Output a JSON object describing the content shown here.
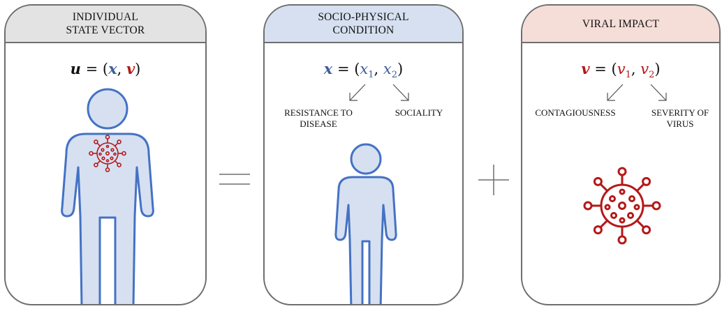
{
  "panels": {
    "individual": {
      "title": "INDIVIDUAL\nSTATE VECTOR",
      "header_color": "#e3e3e3",
      "formula": {
        "lhs": "u",
        "eq": " = (",
        "x": "x",
        "comma": ", ",
        "v": "v",
        "close": ")"
      }
    },
    "socio": {
      "title": "SOCIO-PHYSICAL\nCONDITION",
      "header_color": "#d6e0f1",
      "formula": {
        "lhs": "x",
        "eq": " = (",
        "x1": "x",
        "sub1": "1",
        "comma": ", ",
        "x2": "x",
        "sub2": "2",
        "close": ")"
      },
      "component_1": "RESISTANCE TO\nDISEASE",
      "component_2": "SOCIALITY"
    },
    "viral": {
      "title": "VIRAL IMPACT",
      "header_color": "#f5ddd8",
      "formula": {
        "lhs": "v",
        "eq": " = (",
        "v1": "v",
        "sub1": "1",
        "comma": ", ",
        "v2": "v",
        "sub2": "2",
        "close": ")"
      },
      "component_1": "CONTAGIOUSNESS",
      "component_2": "SEVERITY OF\nVIRUS"
    }
  },
  "operators": {
    "equals": "equals",
    "plus": "plus"
  },
  "colors": {
    "border": "#6e6e6e",
    "person_fill": "#d6e0f1",
    "person_stroke": "#4472c4",
    "virus": "#b51818",
    "x_color": "#3f5f9c",
    "v_color": "#b51818"
  },
  "icons": [
    "person-icon",
    "virus-icon",
    "arrow-icon"
  ]
}
